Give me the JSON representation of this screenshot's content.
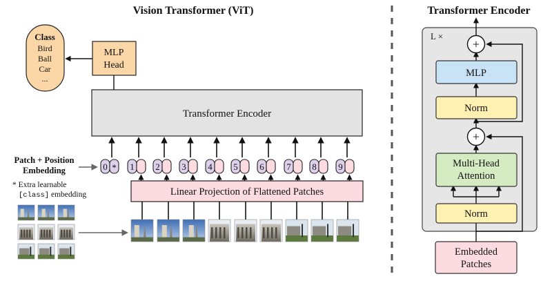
{
  "vit": {
    "title": "Vision Transformer (ViT)",
    "class_box": {
      "title": "Class",
      "items": [
        "Bird",
        "Ball",
        "Car",
        "..."
      ]
    },
    "mlp_head": {
      "line1": "MLP",
      "line2": "Head"
    },
    "transformer_encoder": "Transformer Encoder",
    "linear_projection": "Linear Projection of Flattened Patches",
    "embedding_label": {
      "line1": "Patch + Position",
      "line2": "Embedding"
    },
    "extra_note": {
      "line1": "* Extra learnable",
      "line2_code": "[class]",
      "line2_rest": " embedding"
    },
    "position_tokens": [
      "0",
      "1",
      "2",
      "3",
      "4",
      "5",
      "6",
      "7",
      "8",
      "9"
    ],
    "class_marker": "*"
  },
  "encoder": {
    "title": "Transformer Encoder",
    "repeat": "L ×",
    "mlp": "MLP",
    "norm_top": "Norm",
    "norm_bottom": "Norm",
    "attention": {
      "line1": "Multi-Head",
      "line2": "Attention"
    },
    "embedded": {
      "line1": "Embedded",
      "line2": "Patches"
    },
    "add_symbol": "+"
  },
  "colors": {
    "orange": "#fbd7a7",
    "gray": "#e3e3e3",
    "pink": "#fcdce0",
    "purple": "#ddd0ea",
    "yellow": "#fff1b1",
    "blue": "#c8e3f5",
    "green": "#d5ecc3",
    "panel": "#e6e6e6"
  }
}
